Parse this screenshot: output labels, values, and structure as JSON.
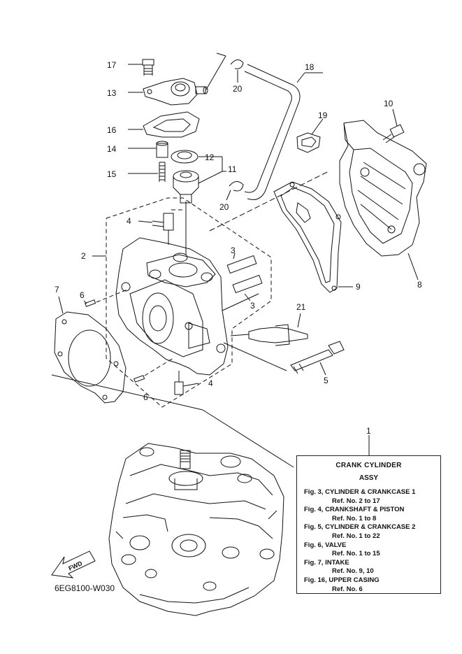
{
  "callouts": {
    "n1": "1",
    "n2": "2",
    "n3a": "3",
    "n3b": "3",
    "n4a": "4",
    "n4b": "4",
    "n5": "5",
    "n6a": "6",
    "n6b": "6",
    "n7": "7",
    "n8": "8",
    "n9": "9",
    "n10": "10",
    "n11": "11",
    "n12": "12",
    "n13": "13",
    "n14": "14",
    "n15": "15",
    "n16": "16",
    "n17": "17",
    "n18": "18",
    "n19": "19",
    "n20a": "20",
    "n20b": "20",
    "n21": "21"
  },
  "fwd_label": "FWD",
  "diagram_code": "6EG8100-W030",
  "note": {
    "title": "CRANK CYLINDER",
    "subtitle": "ASSY",
    "refs": [
      {
        "fig": "Fig. 3, CYLINDER & CRANKCASE 1",
        "ref": "Ref. No. 2 to 17"
      },
      {
        "fig": "Fig. 4, CRANKSHAFT & PISTON",
        "ref": "Ref. No. 1 to 8"
      },
      {
        "fig": "Fig. 5, CYLINDER & CRANKCASE 2",
        "ref": "Ref. No. 1 to 22"
      },
      {
        "fig": "Fig. 6, VALVE",
        "ref": "Ref. No. 1 to 15"
      },
      {
        "fig": "Fig. 7, INTAKE",
        "ref": "Ref. No. 9, 10"
      },
      {
        "fig": "Fig. 16, UPPER CASING",
        "ref": "Ref. No. 6"
      }
    ]
  }
}
